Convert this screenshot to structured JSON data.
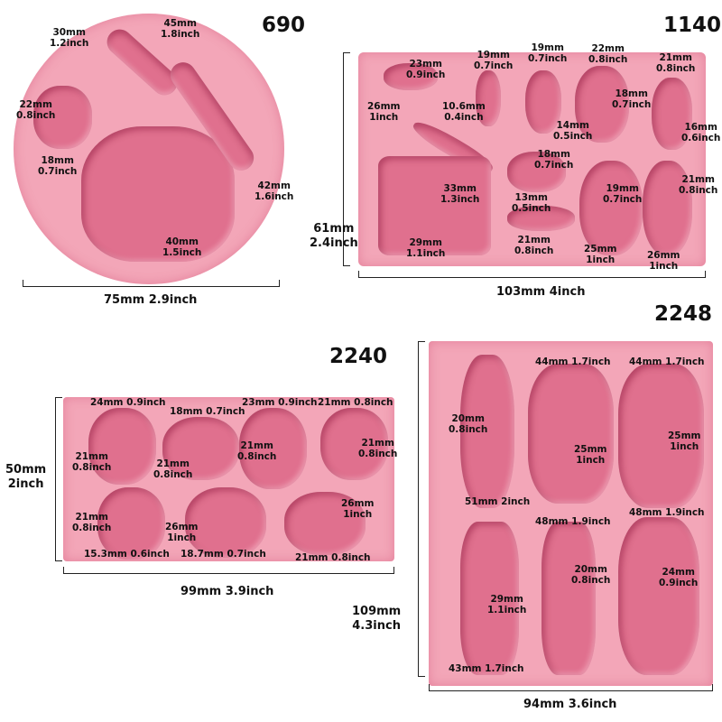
{
  "mold_690": {
    "code": "690",
    "width": "75mm 2.9inch",
    "labels": [
      "30mm\n1.2inch",
      "45mm\n1.8inch",
      "22mm\n0.8inch",
      "18mm\n0.7inch",
      "42mm\n1.6inch",
      "40mm\n1.5inch"
    ]
  },
  "mold_1140": {
    "code": "1140",
    "width": "103mm 4inch",
    "height": "61mm\n2.4inch",
    "labels": [
      "23mm\n0.9inch",
      "19mm\n0.7inch",
      "19mm\n0.7inch",
      "22mm\n0.8inch",
      "21mm\n0.8inch",
      "26mm\n1inch",
      "10.6mm\n0.4inch",
      "18mm\n0.7inch",
      "14mm\n0.5inch",
      "16mm\n0.6inch",
      "18mm\n0.7inch",
      "33mm\n1.3inch",
      "13mm\n0.5inch",
      "19mm\n0.7inch",
      "21mm\n0.8inch",
      "29mm\n1.1inch",
      "21mm\n0.8inch",
      "25mm\n1inch",
      "26mm\n1inch"
    ]
  },
  "mold_2240": {
    "code": "2240",
    "width": "99mm 3.9inch",
    "height": "50mm\n2inch",
    "labels": [
      "24mm 0.9inch",
      "18mm 0.7inch",
      "23mm 0.9inch",
      "21mm 0.8inch",
      "21mm\n0.8inch",
      "21mm\n0.8inch",
      "21mm\n0.8inch",
      "21mm\n0.8inch",
      "21mm\n0.8inch",
      "26mm\n1inch",
      "26mm\n1inch",
      "15.3mm 0.6inch",
      "18.7mm 0.7inch",
      "21mm 0.8inch"
    ]
  },
  "mold_2248": {
    "code": "2248",
    "width": "94mm 3.6inch",
    "height": "109mm\n4.3inch",
    "labels": [
      "20mm\n0.8inch",
      "44mm 1.7inch",
      "44mm 1.7inch",
      "25mm\n1inch",
      "25mm\n1inch",
      "51mm 2inch",
      "48mm 1.9inch",
      "48mm 1.9inch",
      "20mm\n0.8inch",
      "29mm\n1.1inch",
      "24mm\n0.9inch",
      "43mm 1.7inch"
    ]
  },
  "colors": {
    "mold": "#f3a6b8",
    "cavity": "#e0708e"
  }
}
